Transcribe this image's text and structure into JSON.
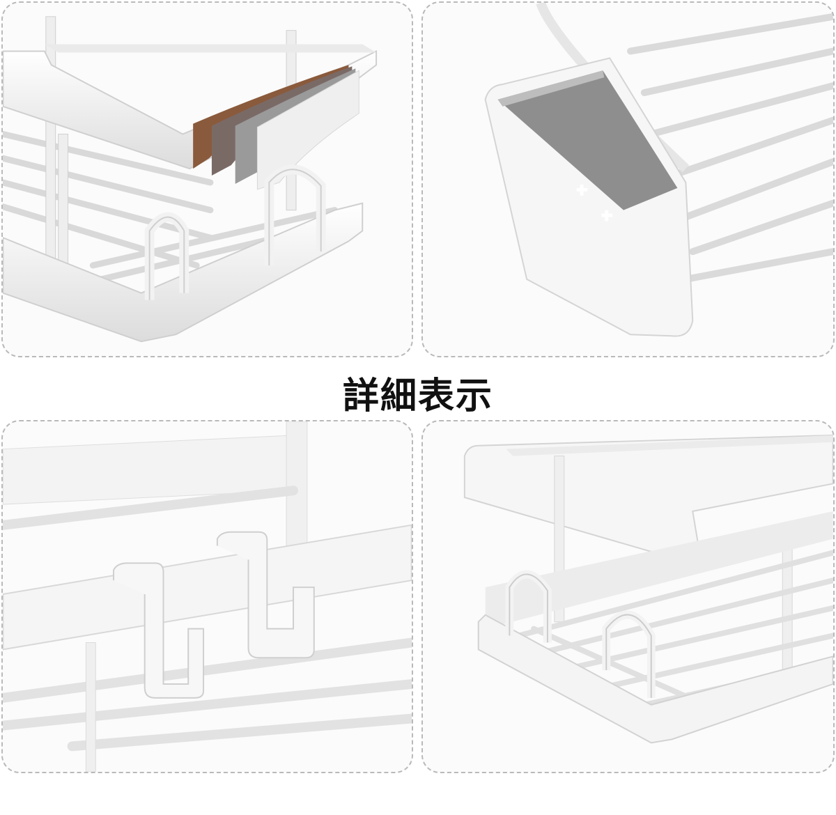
{
  "title": "詳細表示",
  "colors": {
    "background": "#ffffff",
    "panel_border": "#b9b9b9",
    "rack_white": "#f4f4f4",
    "rack_shadow": "#d6d6d6",
    "coating_brown": "#8a5a3c",
    "coating_taupe": "#7a6a66",
    "coating_gray": "#9a9a9a",
    "cup_interior": "#8e8e8e",
    "title_text": "#111111"
  },
  "panels": [
    {
      "subject": "coating-layers-closeup",
      "icon": "rack-coating-layers"
    },
    {
      "subject": "utensil-cup-with-drain-holes",
      "icon": "drain-cup"
    },
    {
      "subject": "s-hooks-on-rail",
      "icon": "s-hooks"
    },
    {
      "subject": "two-tier-rack-with-sponge-holders",
      "icon": "rack-corner"
    }
  ]
}
